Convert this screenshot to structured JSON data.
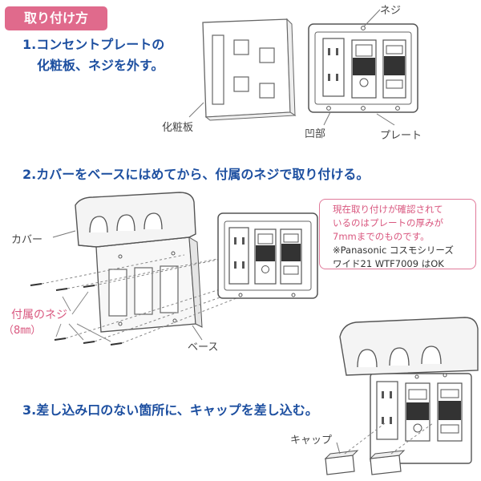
{
  "badge": "取り付け方",
  "steps": {
    "step1_line1": "1.コンセントプレートの",
    "step1_line2": "化粧板、ネジを外す。",
    "step2": "2.カバーをベースにはめてから、付属のネジで取り付ける。",
    "step3": "3.差し込み口のない箇所に、キャップを差し込む。"
  },
  "labels": {
    "faceplate": "化粧板",
    "screw": "ネジ",
    "recess": "凹部",
    "plate": "プレート",
    "cover": "カバー",
    "included_screws": "付属のネジ",
    "screw_size": "（8㎜）",
    "base": "ベース",
    "cap": "キャップ"
  },
  "note": {
    "line1": "現在取り付けが確認されて",
    "line2": "いるのはプレートの厚みが",
    "line3": "7mmまでのものです。",
    "line4": "※Panasonic コスモシリーズ",
    "line5": "ワイド21 WTF7009 はOK"
  },
  "colors": {
    "badge_bg": "#e06a8c",
    "step_text": "#1d4fa0",
    "accent_pink": "#d9577f",
    "line_art": "#555555"
  }
}
